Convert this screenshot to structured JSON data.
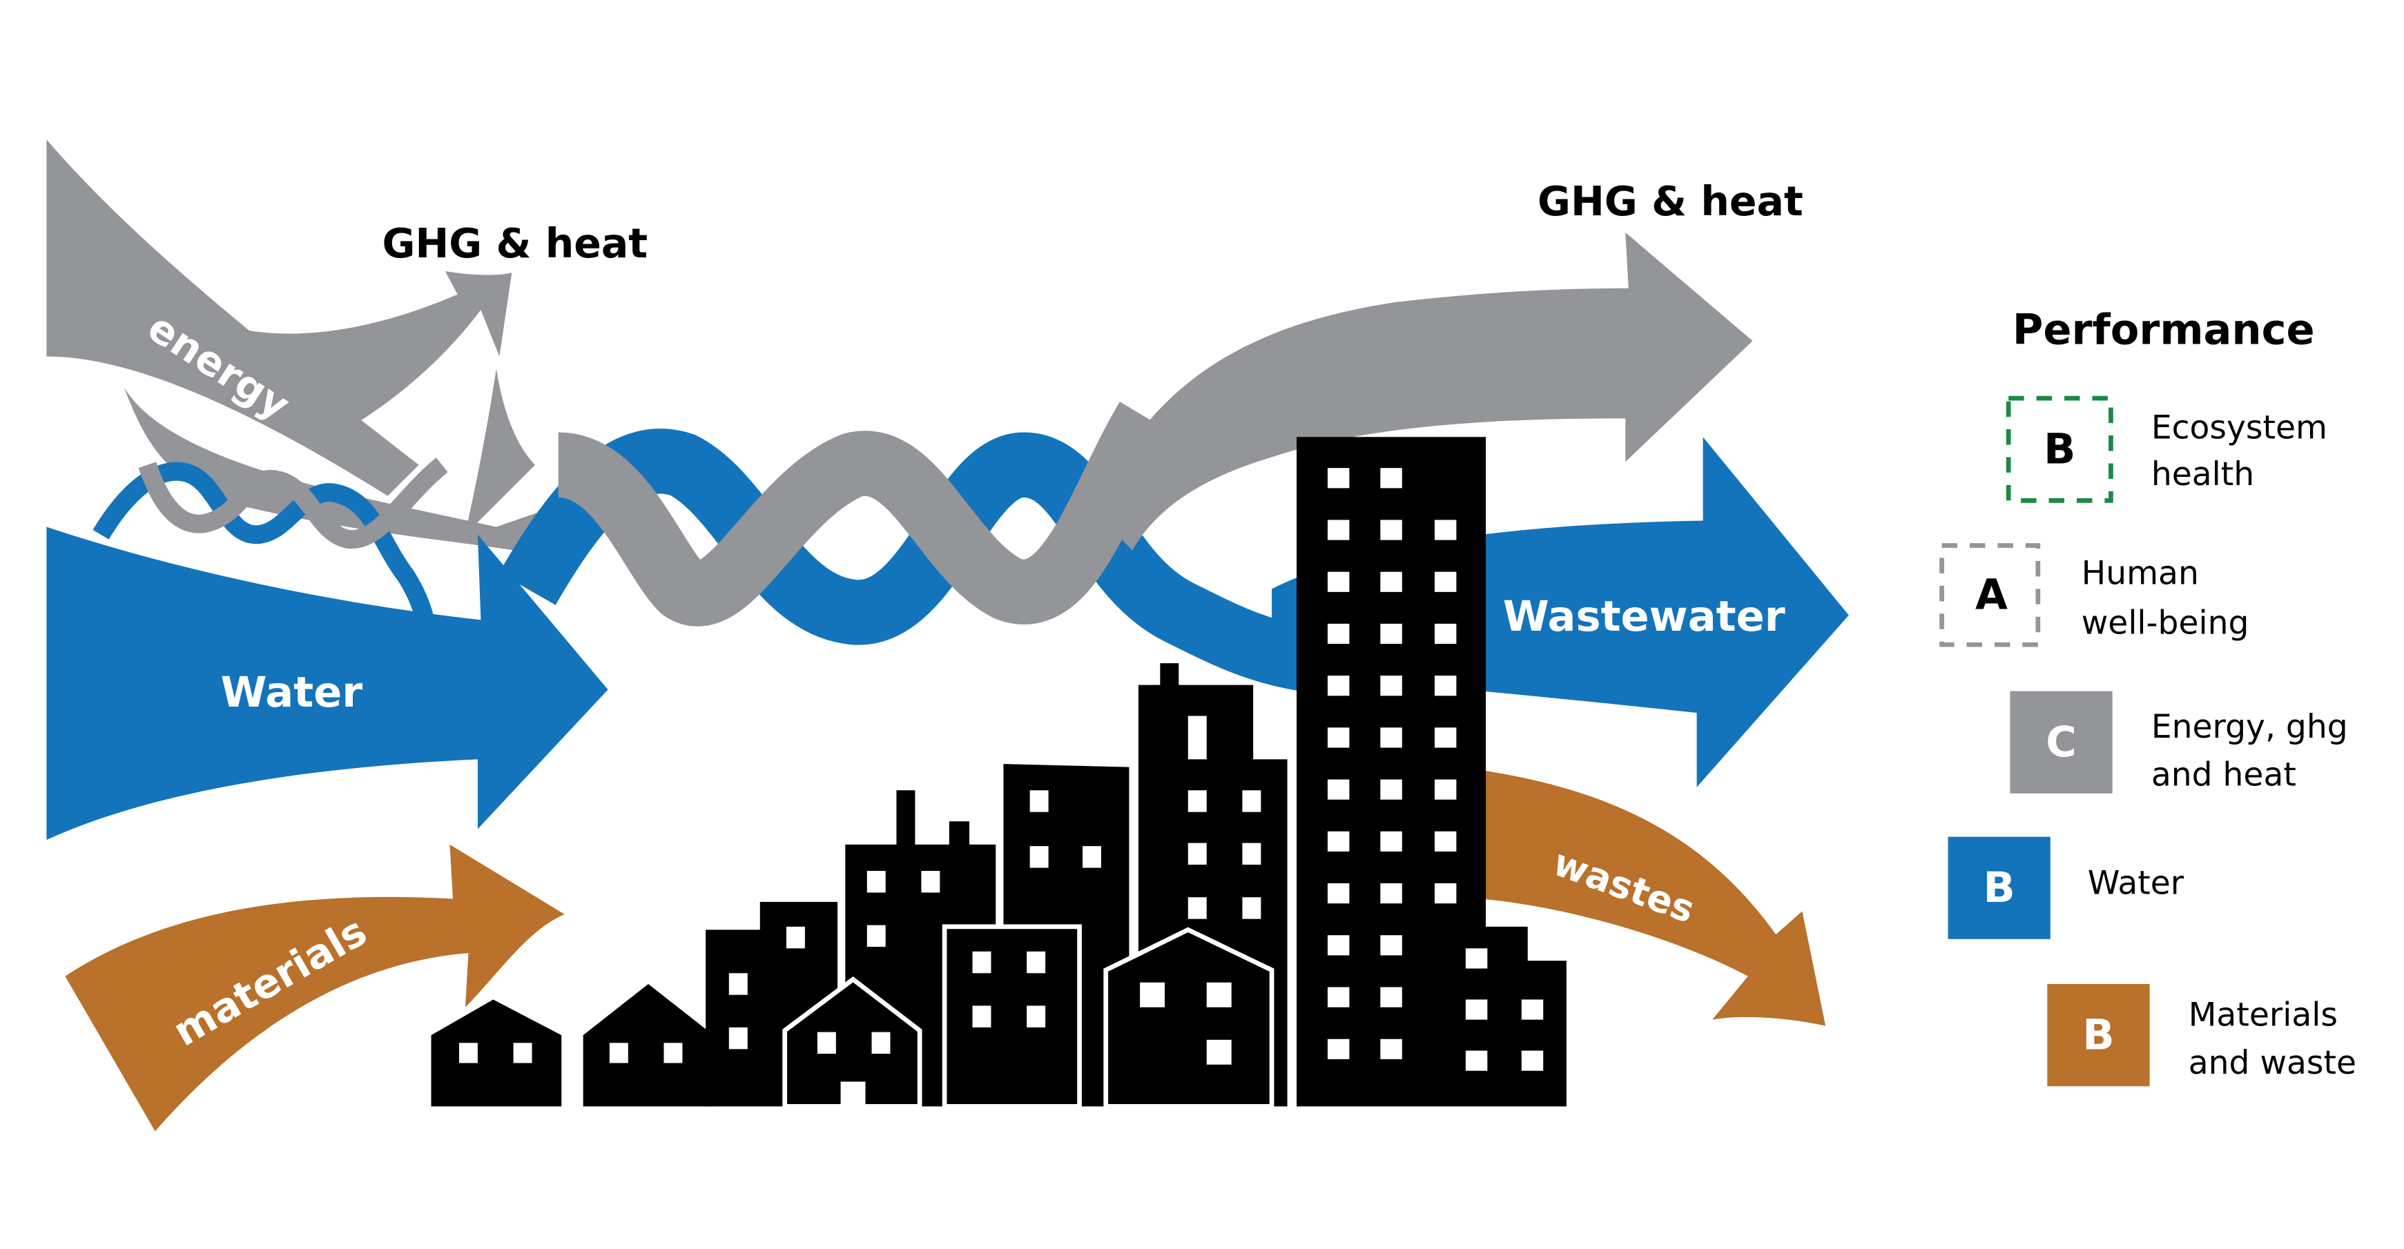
{
  "colors": {
    "energy": "#939598",
    "water": "#1374bb",
    "materials": "#b9712b",
    "ecosystem": "#1b8a45",
    "buildings": "#000000",
    "background": "#ffffff"
  },
  "flows": {
    "energy_label": "energy",
    "water_label": "Water",
    "materials_label": "materials",
    "ghg_heat_in_label": "GHG & heat",
    "ghg_heat_out_label": "GHG & heat",
    "wastewater_label": "Wastewater",
    "wastes_label": "wastes"
  },
  "legend": {
    "title": "Performance",
    "items": [
      {
        "grade": "B",
        "label_line1": "Ecosystem",
        "label_line2": "health",
        "style": "dashed-green"
      },
      {
        "grade": "A",
        "label_line1": "Human",
        "label_line2": "well-being",
        "style": "dashed-gray"
      },
      {
        "grade": "C",
        "label_line1": "Energy, ghg",
        "label_line2": "and heat",
        "style": "solid-gray"
      },
      {
        "grade": "B",
        "label_line1": "Water",
        "label_line2": "",
        "style": "solid-blue"
      },
      {
        "grade": "B",
        "label_line1": "Materials",
        "label_line2": "and waste",
        "style": "solid-brown"
      }
    ]
  }
}
